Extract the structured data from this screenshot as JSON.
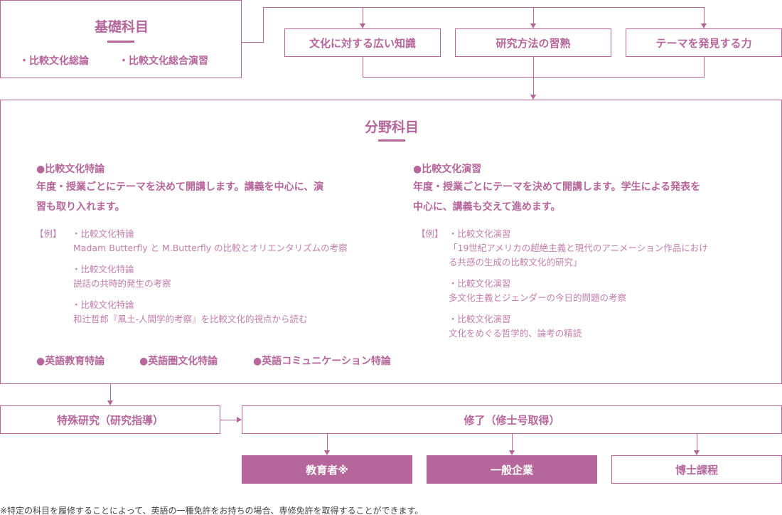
{
  "kiso": {
    "title": "基礎科目",
    "items": [
      "・比較文化総論",
      "・比較文化総合演習"
    ]
  },
  "goals": [
    "文化に対する広い知識",
    "研究方法の習熟",
    "テーマを発見する力"
  ],
  "bunya": {
    "title": "分野科目",
    "left": {
      "heading": "●比較文化特論",
      "desc": [
        "年度・授業ごとにテーマを決めて開講します。講義を中心に、演",
        "習も取り入れます。"
      ],
      "example_label": "【例】",
      "examples": [
        {
          "course": "・比較文化特論",
          "topic": [
            "Madam Butterfly と M.Butterfly の比較とオリエンタリズムの考察"
          ]
        },
        {
          "course": "・比較文化特論",
          "topic": [
            "説話の共時的発生の考察"
          ]
        },
        {
          "course": "・比較文化特論",
          "topic": [
            "和辻哲郎『風土-人間学的考察』を比較文化的視点から読む"
          ]
        }
      ]
    },
    "right": {
      "heading": "●比較文化演習",
      "desc": [
        "年度・授業ごとにテーマを決めて開講します。学生による発表を",
        "中心に、講義も交えて進めます。"
      ],
      "example_label": "【例】",
      "examples": [
        {
          "course": "・比較文化演習",
          "topic": [
            "「19世紀アメリカの超絶主義と現代のアニメーション作品におけ",
            "る共感の生成の比較文化的研究」"
          ]
        },
        {
          "course": "・比較文化演習",
          "topic": [
            "多文化主義とジェンダーの今日的問題の考察"
          ]
        },
        {
          "course": "・比較文化演習",
          "topic": [
            "文化をめぐる哲学的、論考の精読"
          ]
        }
      ]
    },
    "others": [
      "●英語教育特論",
      "●英語圏文化特論",
      "●英語コミュニケーション特論"
    ]
  },
  "tokushu": "特殊研究（研究指導）",
  "shuryo": "修了（修士号取得）",
  "careers": [
    "教育者※",
    "一般企業",
    "博士課程"
  ],
  "footnote": "※特定の科目を履修することによって、英語の一種免許をお持ちの場合、専修免許を取得することができます。",
  "colors": {
    "accent": "#b5669a"
  }
}
